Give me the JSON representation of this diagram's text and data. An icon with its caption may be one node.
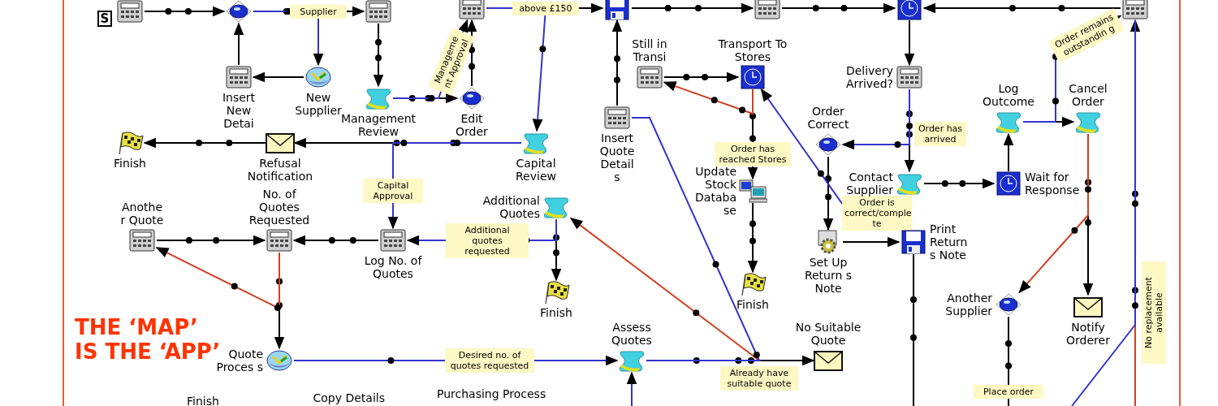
{
  "diagram": {
    "title": "THE ‘MAP’ IS THE ‘APP’",
    "nodes": [
      {
        "text": [
          "S"
        ]
      },
      {
        "text": [],
        "shape": "diamond"
      },
      {
        "text": [],
        "shape": "box"
      },
      {
        "text": [],
        "shape": "box"
      },
      {
        "text": [],
        "shape": "box"
      },
      {
        "text": [],
        "shape": "box"
      },
      {
        "text": [],
        "shape": "box"
      },
      {
        "text": [],
        "shape": "box"
      },
      {
        "text": [
          "Insert New Detai"
        ]
      },
      {
        "text": [
          "New Supplier"
        ]
      },
      {
        "text": [
          "Management Review"
        ]
      },
      {
        "text": [
          "Edit Order"
        ]
      },
      {
        "text": [
          "Still in Transi"
        ]
      },
      {
        "text": [
          "Transport To Stores"
        ]
      },
      {
        "text": [
          "Delivery Arrived?"
        ]
      },
      {
        "text": [
          "Log Outcome"
        ]
      },
      {
        "text": [
          "Cancel Order"
        ]
      },
      {
        "text": [
          "Finish"
        ]
      },
      {
        "text": [
          "Refusal Notification"
        ]
      },
      {
        "text": [
          "Capital Review"
        ]
      },
      {
        "text": [
          "Insert Quote Detail s"
        ]
      },
      {
        "text": [
          "Order Correct"
        ]
      },
      {
        "text": [
          "Update Stock Databa se"
        ]
      },
      {
        "text": [
          "Contact Supplier"
        ]
      },
      {
        "text": [
          "Wait for Response"
        ]
      },
      {
        "text": [
          "Anothe r Quote"
        ]
      },
      {
        "text": [
          "No. of Quotes Requested"
        ]
      },
      {
        "text": [
          "Log No. of Quotes"
        ]
      },
      {
        "text": [
          "Additional Quotes"
        ]
      },
      {
        "text": [
          "Finish"
        ]
      },
      {
        "text": [
          "Finish"
        ]
      },
      {
        "text": [
          "Set Up Return s Note"
        ]
      },
      {
        "text": [
          "Print Return s Note"
        ]
      },
      {
        "text": [
          "Another Supplier"
        ]
      },
      {
        "text": [
          "Notify Orderer"
        ]
      },
      {
        "text": [
          "Quote Proces s"
        ]
      },
      {
        "text": [
          "Assess Quotes"
        ]
      },
      {
        "text": [
          "No Suitable Quote"
        ]
      },
      {
        "text": [
          "Copy Details"
        ]
      },
      {
        "text": [
          "Purchasing Process"
        ]
      },
      {
        "text": [
          "Finish"
        ]
      }
    ],
    "edges": [
      {
        "from": 0,
        "to": 1,
        "arrow": "to"
      },
      {
        "from": 1,
        "to": 2,
        "arrow": "to"
      },
      {
        "from": 1,
        "to": 9,
        "arrow": "to",
        "label": "Supplier",
        "color": "#3333cc"
      },
      {
        "from": 2,
        "to": 10,
        "arrow": "to"
      },
      {
        "from": 10,
        "to": 11,
        "arrow": "to"
      },
      {
        "from": 10,
        "to": 3,
        "arrow": "to",
        "label": "Manageme nt Approval",
        "color": "#3333cc"
      },
      {
        "from": 11,
        "to": 3,
        "arrow": "to"
      },
      {
        "from": 3,
        "to": 4,
        "arrow": "to"
      },
      {
        "from": 3,
        "to": 19,
        "arrow": "to",
        "label": "above £150",
        "color": "#3333cc"
      },
      {
        "from": 4,
        "to": 5,
        "arrow": "to"
      },
      {
        "from": 5,
        "to": 6,
        "arrow": "to"
      },
      {
        "from": 7,
        "to": 6,
        "arrow": "to"
      },
      {
        "from": 6,
        "to": 14,
        "arrow": "to"
      },
      {
        "from": 9,
        "to": 8,
        "arrow": "to"
      },
      {
        "from": 8,
        "to": 1,
        "arrow": "to"
      },
      {
        "from": 20,
        "to": 4,
        "arrow": "to"
      },
      {
        "from": 12,
        "to": 13,
        "arrow": "to"
      },
      {
        "from": 13,
        "to": 22,
        "arrow": "to",
        "label": "Order has reached Stores"
      },
      {
        "from": 13,
        "to": 12,
        "arrow": "to",
        "color": "#d04020"
      },
      {
        "from": 22,
        "to": 30,
        "arrow": "to"
      },
      {
        "from": 14,
        "to": 23,
        "arrow": "to",
        "label": "Order has arrived"
      },
      {
        "from": 14,
        "to": 21,
        "arrow": "to",
        "color": "#3333cc"
      },
      {
        "from": 21,
        "to": 31,
        "arrow": "to"
      },
      {
        "from": 23,
        "to": 13,
        "arrow": "to",
        "label": "Order is correct/comple te",
        "color": "#3333cc"
      },
      {
        "from": 23,
        "to": 24,
        "arrow": "to"
      },
      {
        "from": 24,
        "to": 15,
        "arrow": "to"
      },
      {
        "from": 15,
        "to": 16,
        "arrow": "to"
      },
      {
        "from": 15,
        "to": 7,
        "arrow": "to",
        "label": "Order remains outstandin g",
        "color": "#3333cc"
      },
      {
        "from": 16,
        "to": 34,
        "arrow": "to"
      },
      {
        "from": 16,
        "to": 33,
        "arrow": "to",
        "color": "#d04020"
      },
      {
        "from": 19,
        "to": 18,
        "arrow": "to"
      },
      {
        "from": 19,
        "to": 27,
        "arrow": "to",
        "label": "Capital Approval",
        "color": "#3333cc"
      },
      {
        "from": 18,
        "to": 17,
        "arrow": "to"
      },
      {
        "from": 25,
        "to": 26,
        "arrow": "to"
      },
      {
        "from": 27,
        "to": 26,
        "arrow": "to"
      },
      {
        "from": 26,
        "to": 35,
        "arrow": "to"
      },
      {
        "from": 26,
        "to": 25,
        "arrow": "to",
        "color": "#d04020"
      },
      {
        "from": 28,
        "to": 29,
        "arrow": "to"
      },
      {
        "from": 28,
        "to": 27,
        "arrow": "to",
        "label": "Additional quotes requested",
        "color": "#3333cc"
      },
      {
        "from": 35,
        "to": 36,
        "arrow": "to",
        "label": "Desired no. of quotes requested",
        "color": "#3333cc"
      },
      {
        "from": null,
        "to": 36,
        "arrow": "to",
        "color": "#3333cc"
      },
      {
        "from": 36,
        "to": 37,
        "arrow": "to"
      },
      {
        "from": 36,
        "to": 28,
        "arrow": "to",
        "color": "#d04020"
      },
      {
        "from": 36,
        "to": 20,
        "arrow": "none",
        "label": "Already have suitable quote",
        "color": "#3333cc"
      },
      {
        "from": 31,
        "to": 32,
        "arrow": "to"
      },
      {
        "from": 32,
        "to": null,
        "arrow": "none"
      },
      {
        "from": 33,
        "to": null,
        "arrow": "none",
        "label": "Place order"
      },
      {
        "from": null,
        "to": 7,
        "arrow": "to",
        "label": "No replacement available",
        "color": "#d04020"
      },
      {
        "from": null,
        "to": 7,
        "arrow": "none",
        "color": "#3333cc"
      }
    ]
  }
}
